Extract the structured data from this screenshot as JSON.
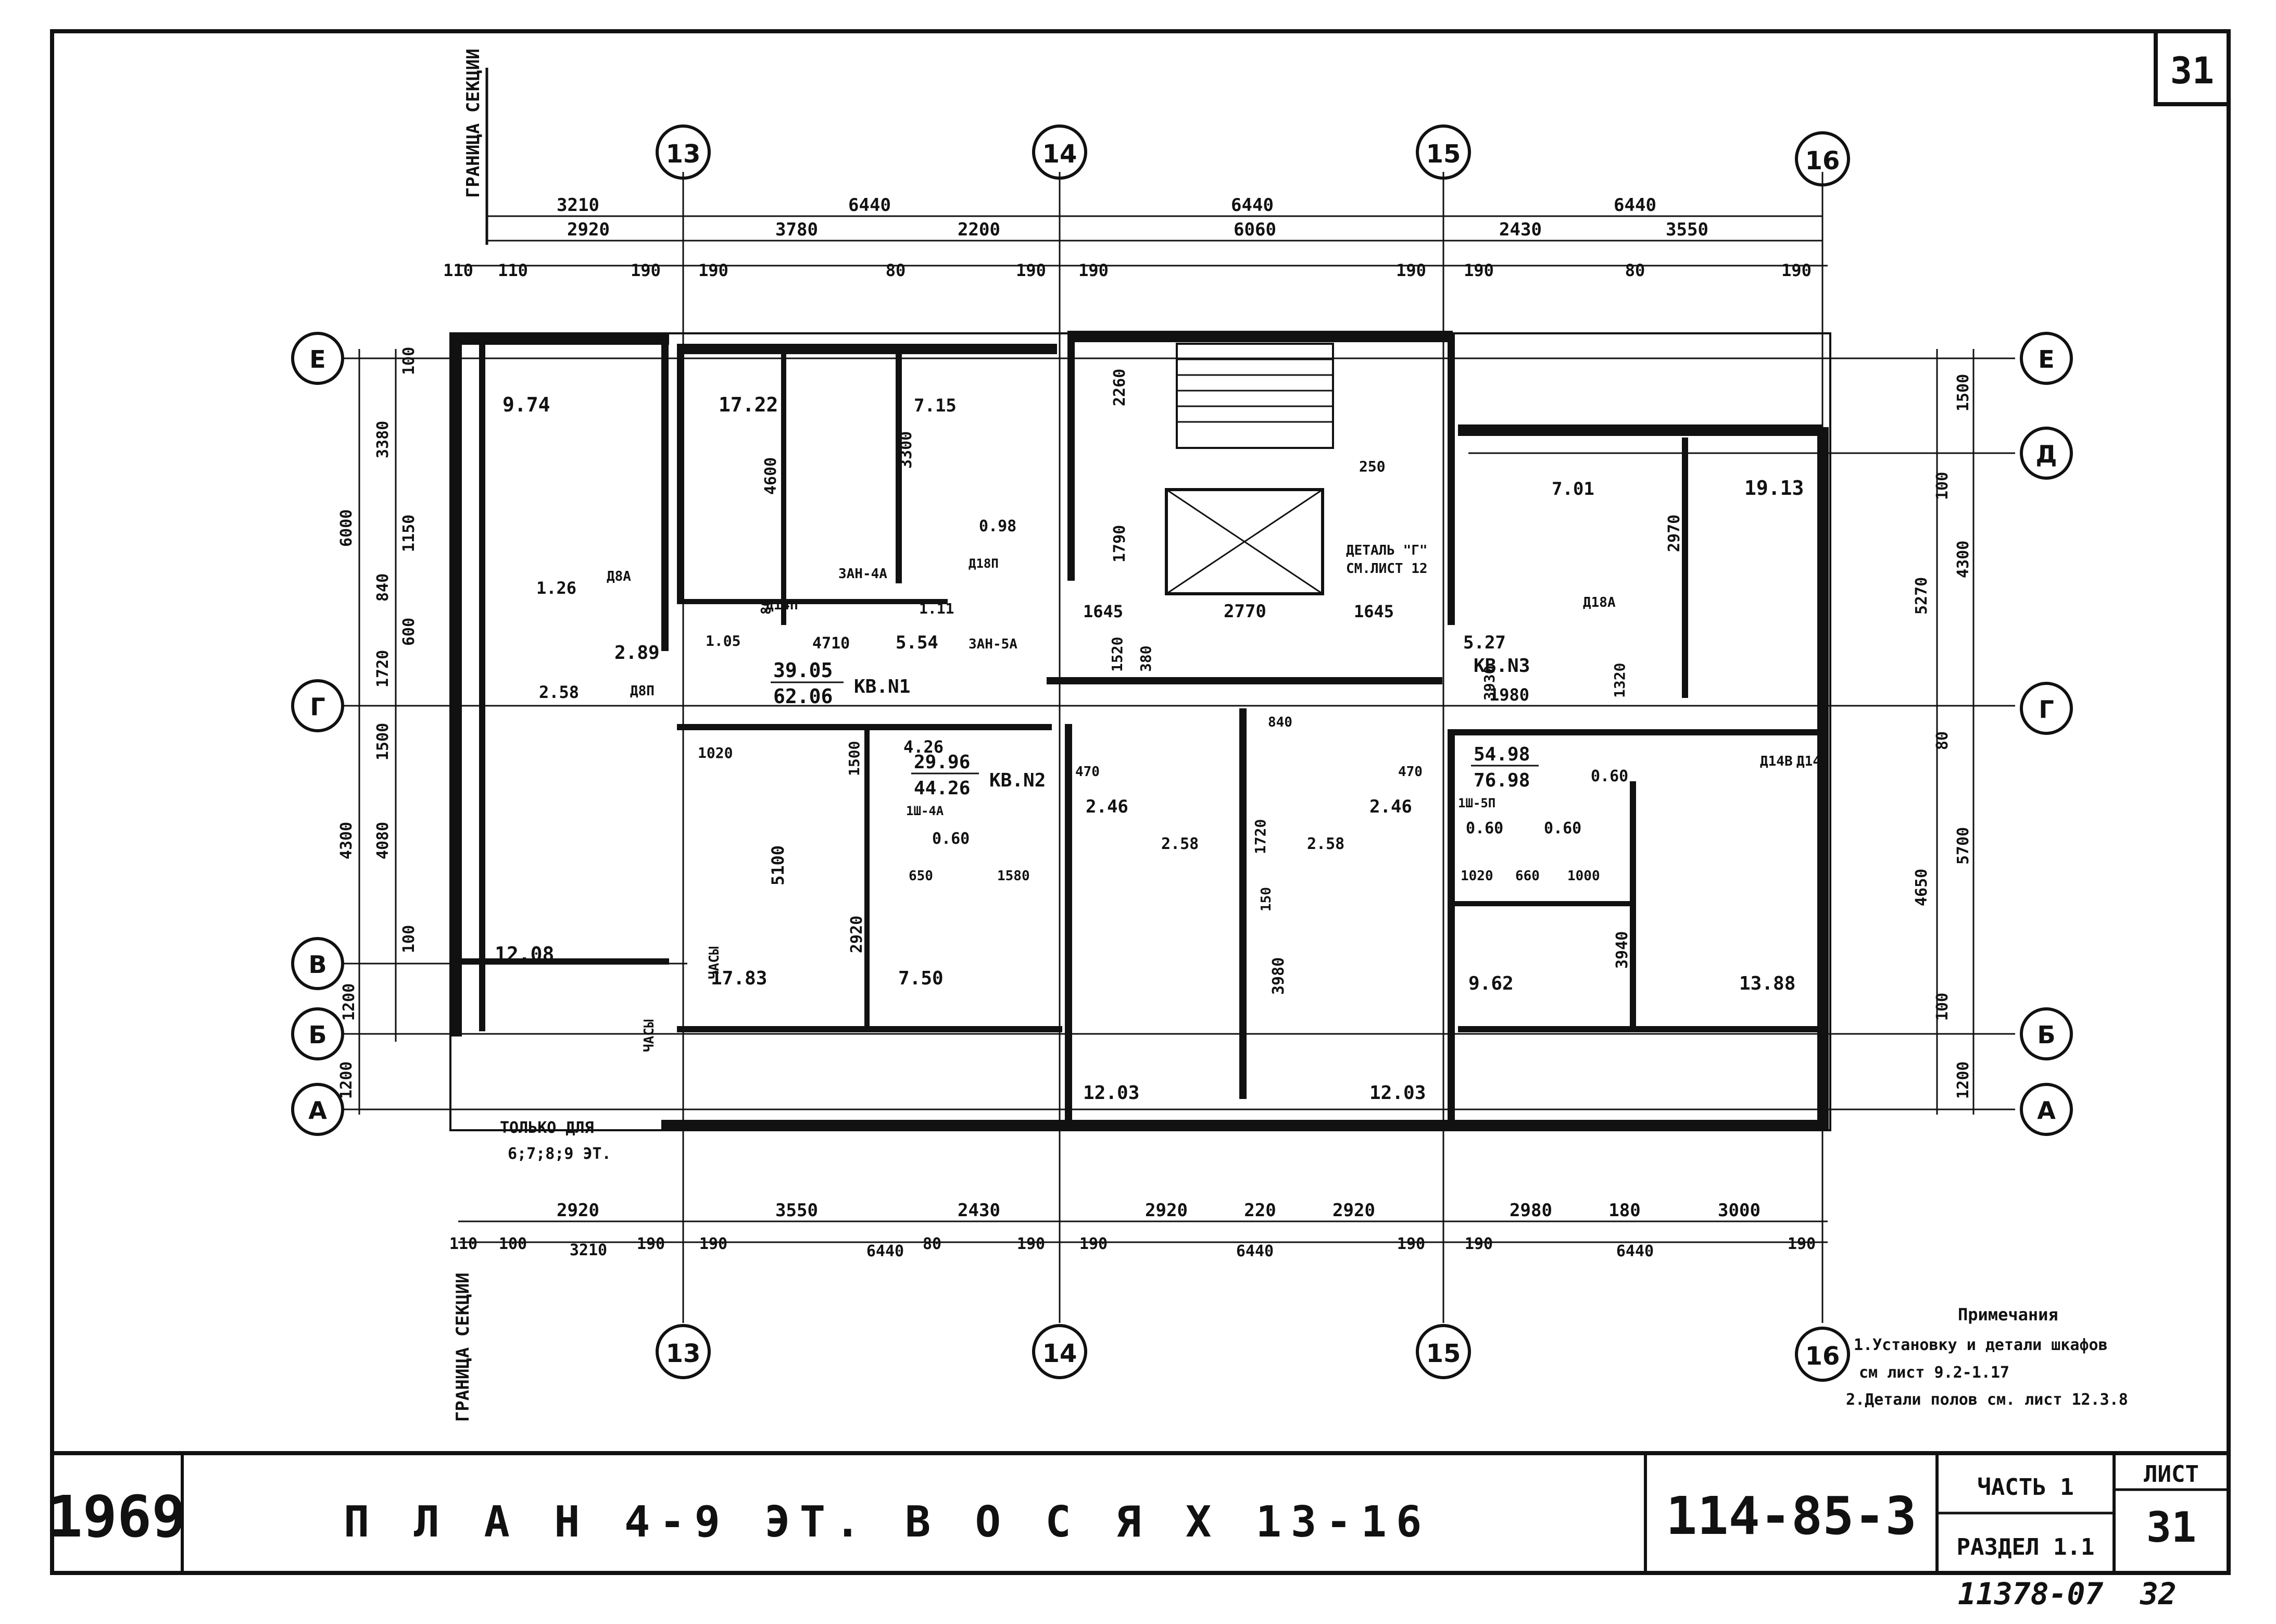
{
  "sheet": {
    "corner_number": "31",
    "year": "1969",
    "title": "П Л А Н   4-9 ЭТ.   В  О С Я Х   13-16",
    "series": "114-85-3",
    "part": "ЧАСТЬ 1",
    "section": "РАЗДЕЛ 1.1",
    "sheet_label": "ЛИСТ",
    "sheet_number": "31",
    "inventory": "11378-07",
    "page": "32"
  },
  "section_boundary": "ГРАНИЦА СЕКЦИИ",
  "axes": {
    "vertical": [
      "13",
      "14",
      "15",
      "16"
    ],
    "horizontal_left": [
      "Е",
      "Г",
      "В",
      "Б",
      "А"
    ],
    "horizontal_right": [
      "Е",
      "Д",
      "Г",
      "Б",
      "А"
    ]
  },
  "dims_top": {
    "row1": [
      "3210",
      "6440",
      "6440",
      "6440"
    ],
    "row2": [
      "2920",
      "3780",
      "2200",
      "6060",
      "2430",
      "3550"
    ],
    "row3": [
      "110",
      "110",
      "190",
      "190",
      "80",
      "190",
      "190",
      "190",
      "190",
      "80",
      "190"
    ]
  },
  "dims_bottom": {
    "row1": [
      "2920",
      "3550",
      "2430",
      "2920",
      "220",
      "2920",
      "2980",
      "180",
      "3000"
    ],
    "row2": [
      "110",
      "100",
      "3210",
      "190",
      "190",
      "6440",
      "80",
      "190",
      "190",
      "6440",
      "190",
      "190",
      "6440",
      "190"
    ]
  },
  "dims_left": [
    "100",
    "3380",
    "1150",
    "840",
    "600",
    "1720",
    "1500",
    "4080",
    "100",
    "1200",
    "6000",
    "4300",
    "1200"
  ],
  "dims_right": [
    "1500",
    "100",
    "4300",
    "5270",
    "80",
    "5700",
    "4650",
    "100",
    "1200"
  ],
  "rooms": [
    "9.74",
    "17.22",
    "7.15",
    "19.13",
    "7.01",
    "2.89",
    "2.58",
    "1.26",
    "0.98",
    "1.11",
    "5.54",
    "5.27",
    "12.08",
    "17.83",
    "7.50",
    "12.03",
    "12.03",
    "9.62",
    "13.88",
    "2.46",
    "2.58",
    "2.46",
    "2.58",
    "0.60",
    "0.60",
    "0.60",
    "0.60",
    "4.26",
    "1.05"
  ],
  "apartments": [
    {
      "name": "КВ.N1",
      "living": "39.05",
      "total": "62.06"
    },
    {
      "name": "КВ.N2",
      "living": "29.96",
      "total": "44.26"
    },
    {
      "name": "КВ.N3",
      "living": "54.98",
      "total": "76.98"
    }
  ],
  "interior_labels": [
    "4600",
    "3300",
    "2260",
    "1790",
    "2770",
    "1645",
    "1645",
    "1520",
    "380",
    "4710",
    "2970",
    "5100",
    "2920",
    "3980",
    "3940",
    "1020",
    "1500",
    "650",
    "1580",
    "1020",
    "660",
    "1000",
    "1980",
    "470",
    "470",
    "840",
    "1720",
    "150",
    "80",
    "250",
    "3930",
    "1320",
    "ЗАН-4А",
    "ЗАН-5А",
    "Д14Л",
    "Д14П",
    "Д18П",
    "Д18А",
    "Д8А",
    "Д8П",
    "Д14В",
    "1Ш-4А",
    "1Ш-5П",
    "ЧАСЫ",
    "ЧАСЫ",
    "ДЕТАЛЬ \"Г\"",
    "СМ.ЛИСТ 12"
  ],
  "notes": {
    "heading": "Примечания",
    "line1": "1.Установку и детали шкафов",
    "line2": "см лист 9.2-1.17",
    "line3": "2.Детали полов см. лист 12.3.8"
  },
  "only_for": {
    "line1": "ТОЛЬКО ДЛЯ",
    "line2": "6;7;8;9 ЭТ."
  }
}
